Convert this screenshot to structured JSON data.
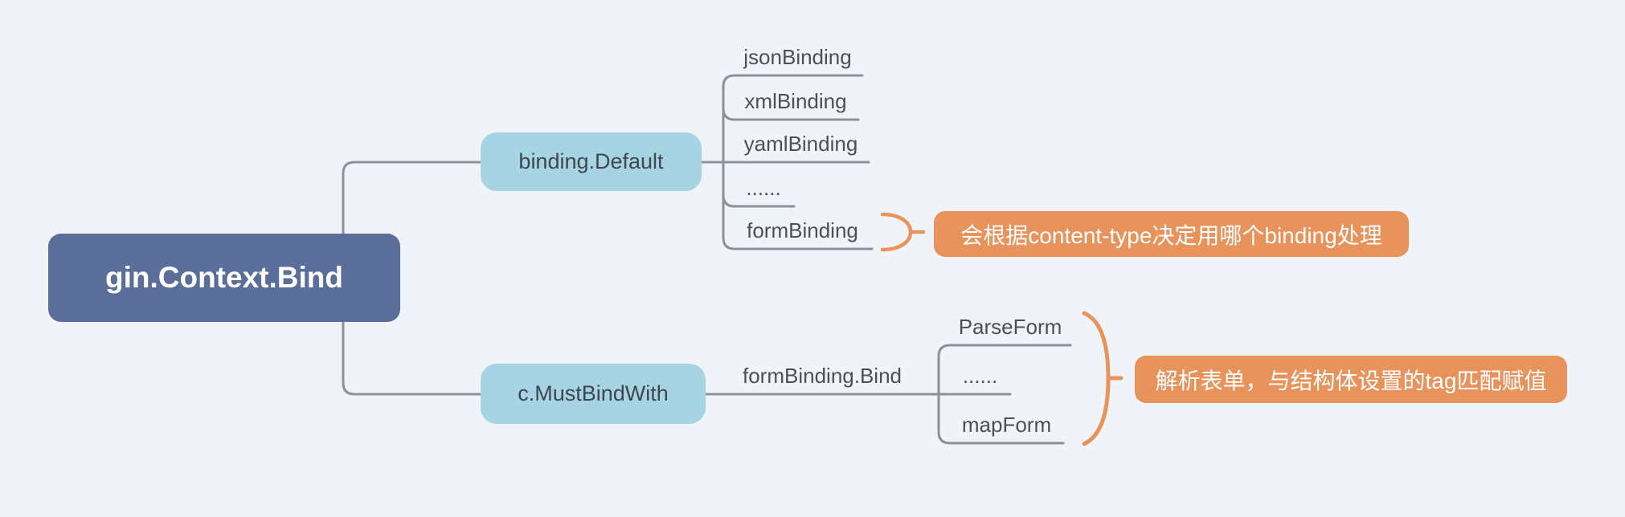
{
  "canvas": {
    "bg": "#f0f4f9",
    "line_color": "#8b919c",
    "accent_orange": "#e8935c",
    "root_node_color": "#5a6e99",
    "branch_node_color": "#a6d4e3"
  },
  "mindmap": {
    "root": "gin.Context.Bind",
    "branch1": {
      "node": "binding.Default",
      "items": [
        "jsonBinding",
        "xmlBinding",
        "yamlBinding",
        "......",
        "formBinding"
      ],
      "callout": "会根据content-type决定用哪个binding处理"
    },
    "branch2": {
      "node": "c.MustBindWith",
      "sub": "formBinding.Bind",
      "items": [
        "ParseForm",
        "......",
        "mapForm"
      ],
      "callout": "解析表单，与结构体设置的tag匹配赋值"
    }
  }
}
